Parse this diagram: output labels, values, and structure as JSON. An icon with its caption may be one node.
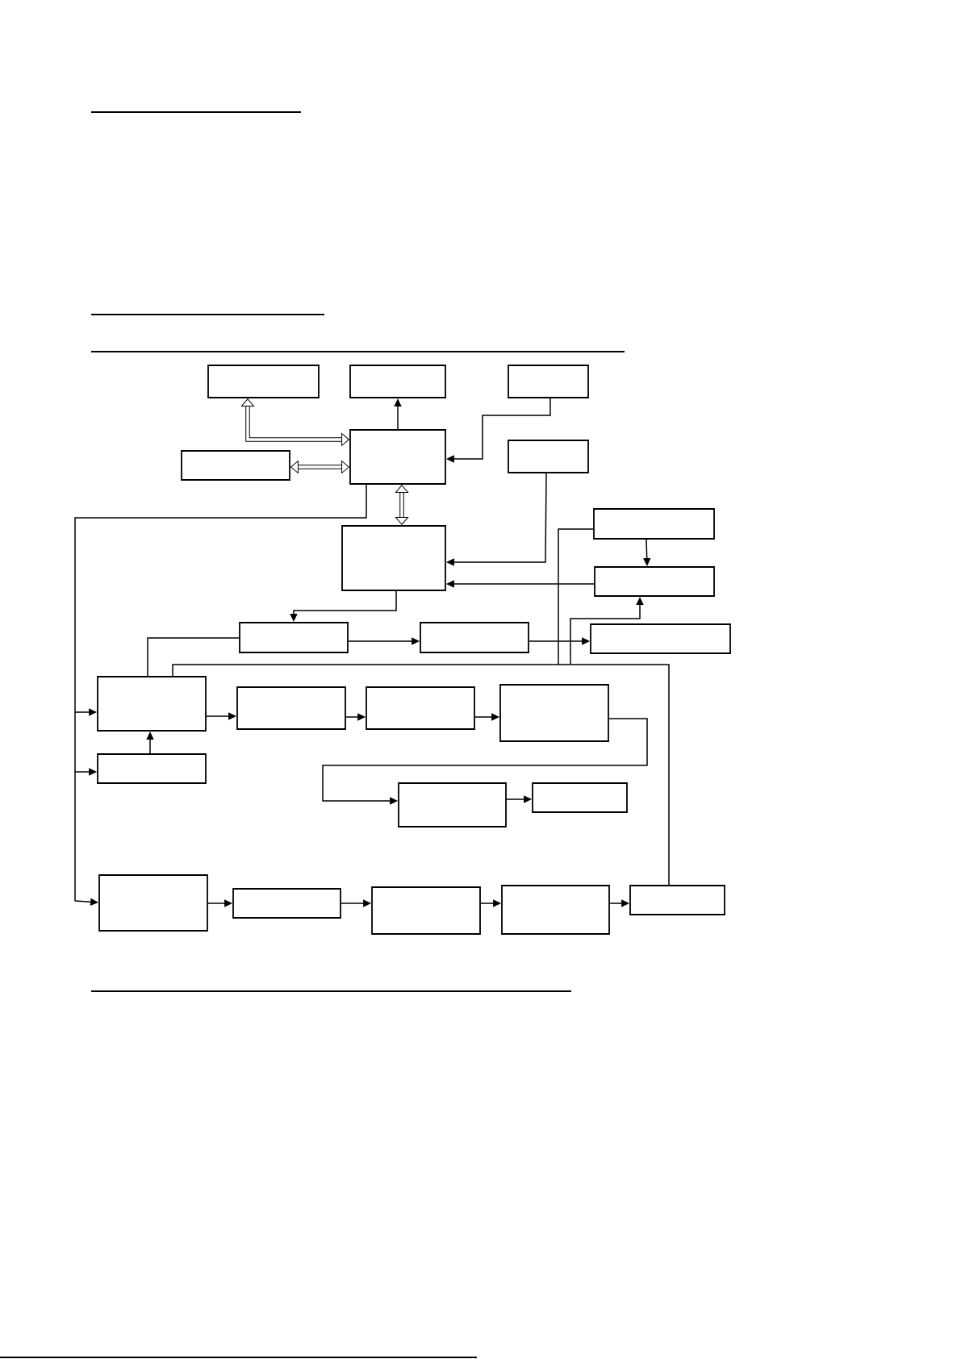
{
  "diagram": {
    "nodes": [
      {
        "text": [],
        "shape": "box"
      },
      {
        "text": [],
        "shape": "box"
      },
      {
        "text": [],
        "shape": "box"
      },
      {
        "text": [],
        "shape": "box"
      },
      {
        "text": [],
        "shape": "box"
      },
      {
        "text": [],
        "shape": "box"
      },
      {
        "text": [],
        "shape": "box"
      },
      {
        "text": [],
        "shape": "box"
      },
      {
        "text": [],
        "shape": "box"
      },
      {
        "text": [],
        "shape": "box"
      },
      {
        "text": [],
        "shape": "box"
      },
      {
        "text": [],
        "shape": "box"
      },
      {
        "text": [],
        "shape": "box"
      },
      {
        "text": [],
        "shape": "box"
      },
      {
        "text": [],
        "shape": "box"
      },
      {
        "text": [],
        "shape": "box"
      },
      {
        "text": [],
        "shape": "box"
      },
      {
        "text": [],
        "shape": "box"
      },
      {
        "text": [],
        "shape": "box"
      },
      {
        "text": [],
        "shape": "box"
      },
      {
        "text": [],
        "shape": "box"
      },
      {
        "text": [],
        "shape": "box"
      },
      {
        "text": [],
        "shape": "box"
      },
      {
        "text": [],
        "shape": "box"
      }
    ],
    "edges": [
      {
        "from": 4,
        "to": 0,
        "arrow": "both",
        "style": "thick"
      },
      {
        "from": 3,
        "to": 4,
        "arrow": "both",
        "style": "thick"
      },
      {
        "from": 4,
        "to": 1,
        "arrow": "to"
      },
      {
        "from": 2,
        "to": 4,
        "arrow": "to"
      },
      {
        "from": 4,
        "to": 6,
        "arrow": "both",
        "style": "thick"
      },
      {
        "from": 5,
        "to": 6,
        "arrow": "to"
      },
      {
        "from": 8,
        "to": 6,
        "arrow": "to"
      },
      {
        "from": 7,
        "to": 8,
        "arrow": "to"
      },
      {
        "from": 4,
        "to": 12,
        "arrow": "to"
      },
      {
        "from": 4,
        "to": 16,
        "arrow": "to"
      },
      {
        "from": 4,
        "to": 19,
        "arrow": "to"
      },
      {
        "from": 6,
        "to": 9,
        "arrow": "to"
      },
      {
        "from": 9,
        "to": 10,
        "arrow": "to"
      },
      {
        "from": 10,
        "to": 11,
        "arrow": "to"
      },
      {
        "from": 9,
        "to": 12,
        "arrow": "none"
      },
      {
        "from": 23,
        "to": 12,
        "arrow": "none"
      },
      {
        "from": 23,
        "to": 7,
        "arrow": "none"
      },
      {
        "from": 23,
        "to": 8,
        "arrow": "to"
      },
      {
        "from": 12,
        "to": 13,
        "arrow": "to"
      },
      {
        "from": 13,
        "to": 14,
        "arrow": "to"
      },
      {
        "from": 14,
        "to": 15,
        "arrow": "to"
      },
      {
        "from": 15,
        "to": 17,
        "arrow": "to"
      },
      {
        "from": 17,
        "to": 18,
        "arrow": "to"
      },
      {
        "from": 16,
        "to": 12,
        "arrow": "to"
      },
      {
        "from": 19,
        "to": 20,
        "arrow": "to"
      },
      {
        "from": 20,
        "to": 21,
        "arrow": "to"
      },
      {
        "from": 21,
        "to": 22,
        "arrow": "to"
      },
      {
        "from": 22,
        "to": 23,
        "arrow": "to"
      }
    ]
  }
}
